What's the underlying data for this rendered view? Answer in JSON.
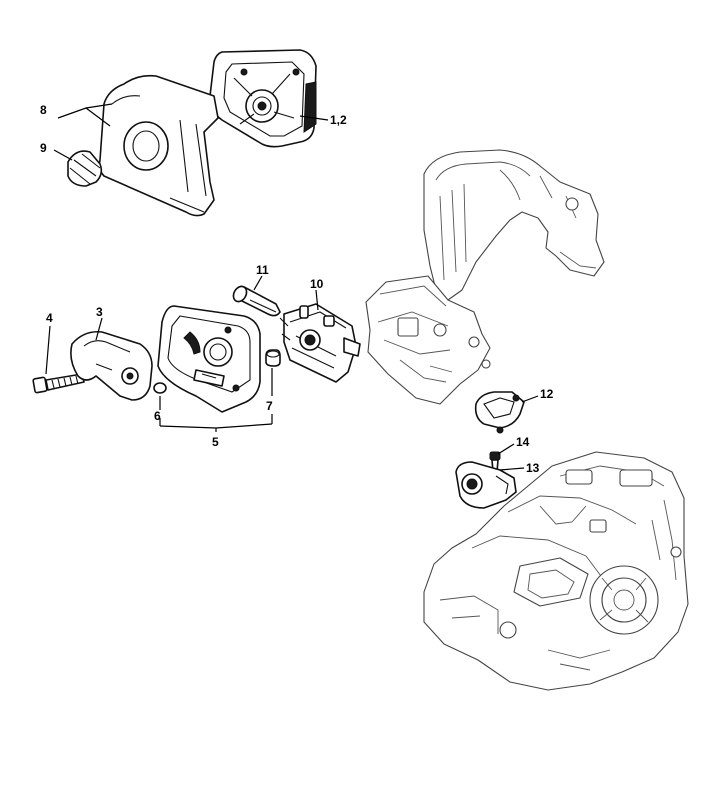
{
  "callouts": {
    "c1_2": "1,2",
    "c3": "3",
    "c4": "4",
    "c5": "5",
    "c6": "6",
    "c7": "7",
    "c8": "8",
    "c9": "9",
    "c10": "10",
    "c11": "11",
    "c12": "12",
    "c13": "13",
    "c14": "14"
  }
}
